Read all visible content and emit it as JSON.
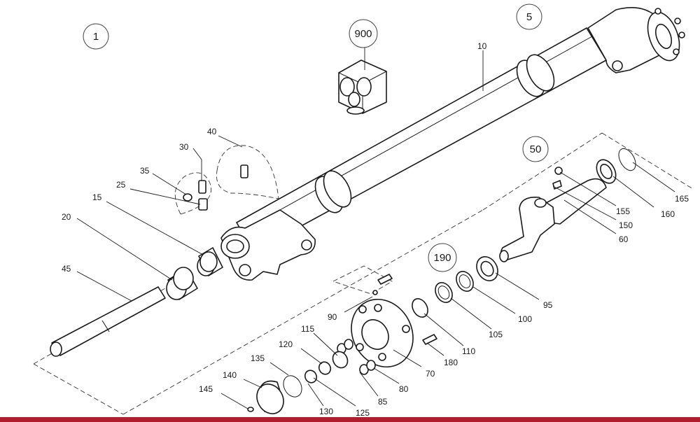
{
  "colors": {
    "footer_bar": "#b01e2e",
    "line": "#1a1a1a"
  },
  "groups": [
    {
      "id": "g1",
      "text": "1"
    },
    {
      "id": "g5",
      "text": "5"
    },
    {
      "id": "g900",
      "text": "900"
    },
    {
      "id": "g50",
      "text": "50"
    },
    {
      "id": "g190",
      "text": "190"
    }
  ],
  "labels": [
    {
      "id": "l10",
      "text": "10"
    },
    {
      "id": "l40",
      "text": "40"
    },
    {
      "id": "l30",
      "text": "30"
    },
    {
      "id": "l35",
      "text": "35"
    },
    {
      "id": "l25",
      "text": "25"
    },
    {
      "id": "l15",
      "text": "15"
    },
    {
      "id": "l20",
      "text": "20"
    },
    {
      "id": "l45",
      "text": "45"
    },
    {
      "id": "l165",
      "text": "165"
    },
    {
      "id": "l155",
      "text": "155"
    },
    {
      "id": "l160",
      "text": "160"
    },
    {
      "id": "l150",
      "text": "150"
    },
    {
      "id": "l60",
      "text": "60"
    },
    {
      "id": "l95",
      "text": "95"
    },
    {
      "id": "l100",
      "text": "100"
    },
    {
      "id": "l105",
      "text": "105"
    },
    {
      "id": "l110",
      "text": "110"
    },
    {
      "id": "l90",
      "text": "90"
    },
    {
      "id": "l115",
      "text": "115"
    },
    {
      "id": "l120",
      "text": "120"
    },
    {
      "id": "l180",
      "text": "180"
    },
    {
      "id": "l70",
      "text": "70"
    },
    {
      "id": "l135",
      "text": "135"
    },
    {
      "id": "l140",
      "text": "140"
    },
    {
      "id": "l145",
      "text": "145"
    },
    {
      "id": "l130",
      "text": "130"
    },
    {
      "id": "l125",
      "text": "125"
    },
    {
      "id": "l85",
      "text": "85"
    },
    {
      "id": "l80",
      "text": "80"
    }
  ]
}
